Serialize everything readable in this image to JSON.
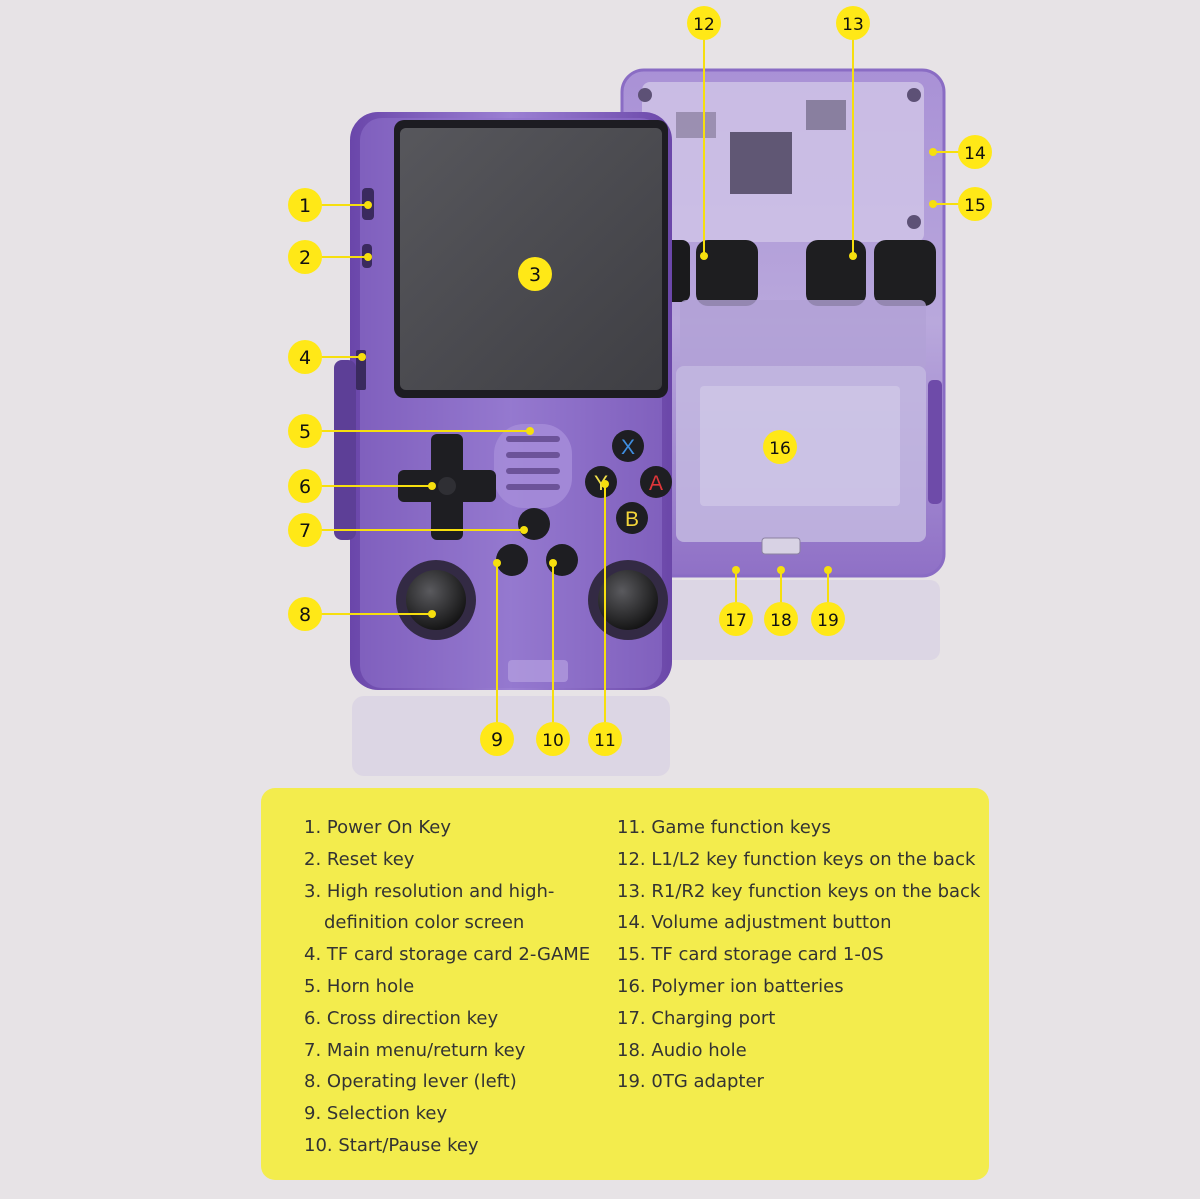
{
  "colors": {
    "background": "#e7e3e6",
    "legend_bg": "#f3ec4d",
    "badge": "#ffe817",
    "leader": "#f6df0e",
    "shell_purple": "#8a68c7",
    "shell_dark": "#6b46a8",
    "screen": "#4a4a4e",
    "bezel": "#1d1c22",
    "btn_x": "#3f8ee0",
    "btn_a": "#e0363a",
    "btn_y": "#f1e04b",
    "btn_b": "#f4d53a"
  },
  "device_buttons": {
    "x": "X",
    "a": "A",
    "y": "Y",
    "b": "B"
  },
  "callouts": [
    {
      "n": "1"
    },
    {
      "n": "2"
    },
    {
      "n": "3"
    },
    {
      "n": "4"
    },
    {
      "n": "5"
    },
    {
      "n": "6"
    },
    {
      "n": "7"
    },
    {
      "n": "8"
    },
    {
      "n": "9"
    },
    {
      "n": "10"
    },
    {
      "n": "11"
    },
    {
      "n": "12"
    },
    {
      "n": "13"
    },
    {
      "n": "14"
    },
    {
      "n": "15"
    },
    {
      "n": "16"
    },
    {
      "n": "17"
    },
    {
      "n": "18"
    },
    {
      "n": "19"
    }
  ],
  "legend": {
    "left": [
      {
        "num": "1.",
        "text": "Power On Key"
      },
      {
        "num": "2.",
        "text": "Reset key"
      },
      {
        "num": "3.",
        "text": "High resolution and high-",
        "cont": "definition color screen"
      },
      {
        "num": "4.",
        "text": "TF card storage card 2-GAME"
      },
      {
        "num": "5.",
        "text": "Horn hole"
      },
      {
        "num": "6.",
        "text": "Cross direction key"
      },
      {
        "num": "7.",
        "text": "Main menu/return key"
      },
      {
        "num": "8.",
        "text": "Operating lever (left)"
      },
      {
        "num": "9.",
        "text": "Selection key"
      },
      {
        "num": "10.",
        "text": "Start/Pause key"
      }
    ],
    "right": [
      {
        "num": "11.",
        "text": "Game function keys"
      },
      {
        "num": "12.",
        "text": "L1/L2 key function keys on the back"
      },
      {
        "num": "13.",
        "text": "R1/R2 key function keys on the back"
      },
      {
        "num": "14.",
        "text": "Volume adjustment button"
      },
      {
        "num": "15.",
        "text": "TF card storage card 1-0S"
      },
      {
        "num": "16.",
        "text": "Polymer ion batteries"
      },
      {
        "num": "17.",
        "text": "Charging port"
      },
      {
        "num": "18.",
        "text": "Audio hole"
      },
      {
        "num": "19.",
        "text": "0TG adapter"
      }
    ]
  }
}
